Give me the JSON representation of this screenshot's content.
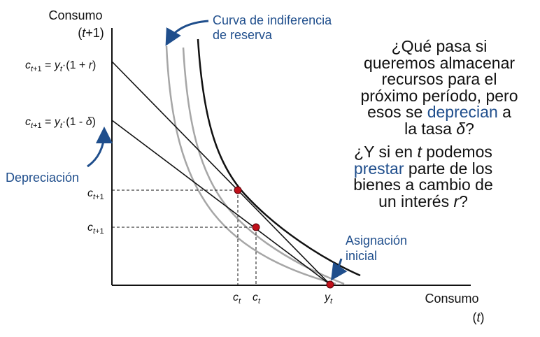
{
  "axes": {
    "y_title": "Consumo",
    "y_sub": "(t+1)",
    "x_title": "Consumo",
    "x_sub": "(t)"
  },
  "labels": {
    "y_intercept_high": "c_{t+1} = y_t·(1 + r)",
    "y_intercept_low": "c_{t+1} = y_t·(1 - δ)",
    "ct1_upper": "c_{t+1}",
    "ct1_lower": "c_{t+1}",
    "ct_left": "c_t",
    "ct_right": "c_t",
    "yt": "y_t"
  },
  "annotations": {
    "reserve_curve_line1": "Curva de indiferencia",
    "reserve_curve_line2": "de reserva",
    "depreciation": "Depreciación",
    "endowment_line1": "Asignación",
    "endowment_line2": "inicial"
  },
  "question1": {
    "l1": "¿Qué pasa si",
    "l2": "queremos almacenar",
    "l3": "recursos para el",
    "l4": "próximo período, pero",
    "l5a": "esos se ",
    "l5b": "deprecian",
    "l5c": " a",
    "l6a": "la tasa ",
    "l6b": "δ",
    "l6c": "?"
  },
  "question2": {
    "l1a": "¿Y si en ",
    "l1b": "t",
    "l1c": " podemos",
    "l2a": "prestar",
    "l2b": " parte de los",
    "l3": "bienes a cambio de",
    "l4a": "un interés ",
    "l4b": "r",
    "l4c": "?"
  },
  "colors": {
    "axis": "#111111",
    "indifference_main": "#111111",
    "indifference_grey": "#a6a6a6",
    "annotation_blue": "#1f4e8c",
    "point": "#c0101a"
  }
}
